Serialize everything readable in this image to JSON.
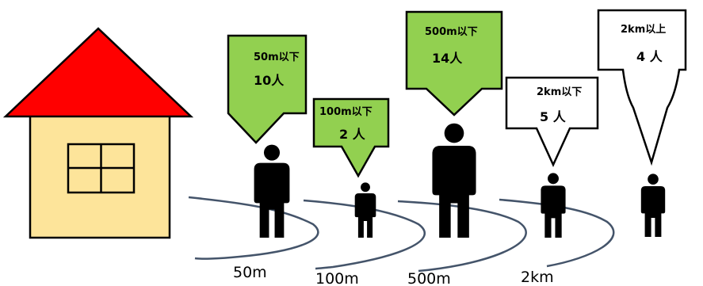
{
  "colors": {
    "roof": "#ff0000",
    "wall": "#fde49a",
    "green_box": "#92d050",
    "white_box": "#ffffff",
    "outline": "#000000",
    "ring": "#44546a"
  },
  "groups": [
    {
      "range": "50m以下",
      "count": "10人",
      "style": "green"
    },
    {
      "range": "100m以下",
      "count": "2 人",
      "style": "green"
    },
    {
      "range": "500m以下",
      "count": "14人",
      "style": "green"
    },
    {
      "range": "2km以下",
      "count": "5 人",
      "style": "white"
    },
    {
      "range": "2km以上",
      "count": "4 人",
      "style": "white"
    }
  ],
  "distances": [
    "50m",
    "100m",
    "500m",
    "2km"
  ],
  "icons": {
    "house": "house-icon",
    "person": "person-icon",
    "arrow": "down-arrow-icon"
  }
}
